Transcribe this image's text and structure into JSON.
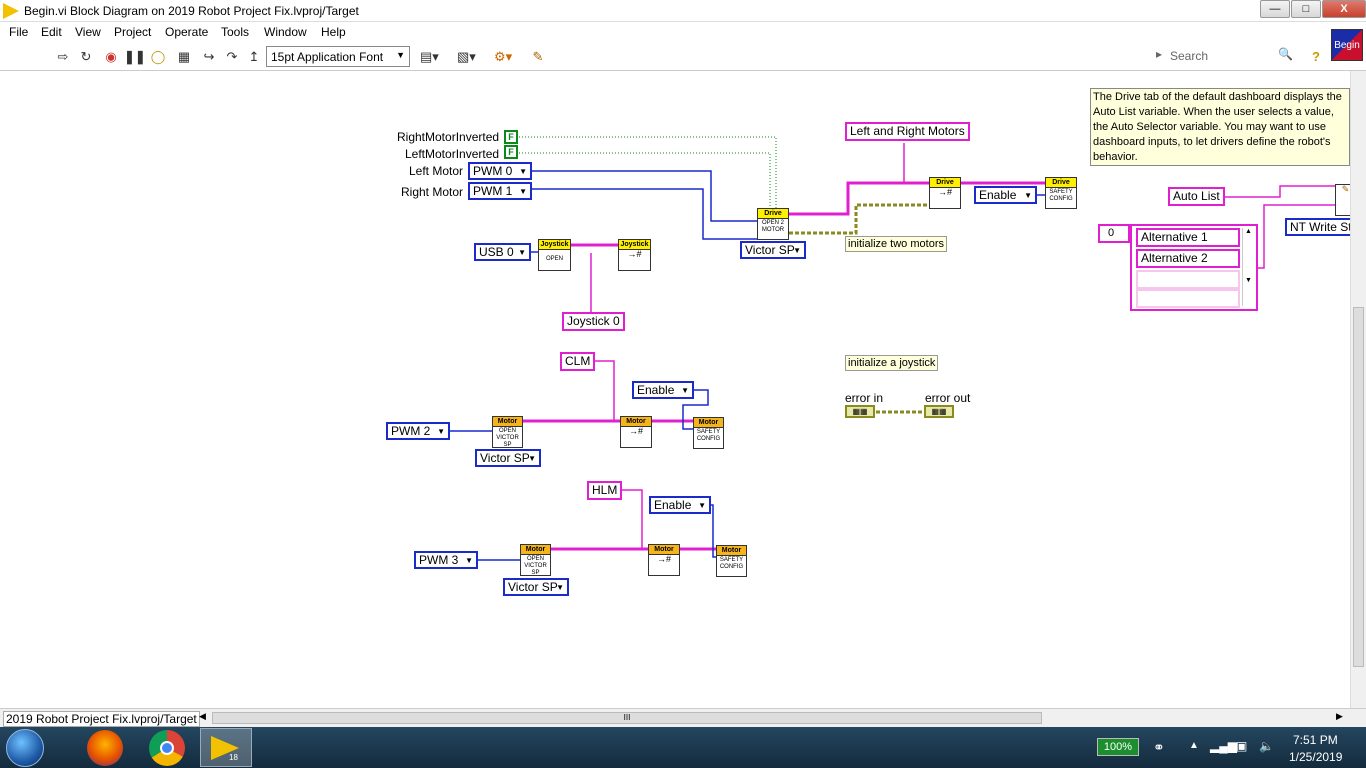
{
  "window": {
    "title": "Begin.vi Block Diagram on 2019 Robot Project Fix.lvproj/Target",
    "buttons": {
      "minimize": "—",
      "maximize": "□",
      "close": "X"
    }
  },
  "menu": [
    "File",
    "Edit",
    "View",
    "Project",
    "Operate",
    "Tools",
    "Window",
    "Help"
  ],
  "toolbar": {
    "font": "15pt Application Font",
    "search_placeholder": "Search",
    "help": "?",
    "begin_icon": "Begin"
  },
  "diagram": {
    "bool_right_label": "RightMotorInverted",
    "bool_left_label": "LeftMotorInverted",
    "bool_value": "F",
    "left_motor_label": "Left Motor",
    "right_motor_label": "Right Motor",
    "pwm0": "PWM 0",
    "pwm1": "PWM 1",
    "pwm2": "PWM 2",
    "pwm3": "PWM 3",
    "usb0": "USB 0",
    "victor_sp": "Victor SP",
    "enable": "Enable",
    "left_right_motors": "Left and Right Motors",
    "joystick0": "Joystick 0",
    "clm": "CLM",
    "hlm": "HLM",
    "auto_list": "Auto List",
    "nt_write": "NT Write St",
    "note_two_motors": "initialize two motors",
    "note_joystick": "initialize a joystick",
    "error_in": "error in",
    "error_out": "error out",
    "index_value": "0",
    "vi_drive": "Drive",
    "vi_joystick": "Joystick",
    "vi_motor": "Motor",
    "vi_open_2motor": "OPEN 2 MOTOR",
    "vi_open": "OPEN",
    "vi_open_victor": "OPEN VICTOR SP",
    "vi_safety": "SAFETY CONFIG",
    "vi_set": "→#",
    "comment": "The Drive tab of the default dashboard displays the Auto List variable. When the user selects a value, the Auto Selector variable. You may want to use dashboard inputs, to let drivers define the robot's behavior.",
    "listbox_items": [
      "Alternative 1",
      "Alternative 2",
      "",
      ""
    ]
  },
  "status": {
    "path": "2019 Robot Project Fix.lvproj/Target",
    "scroll_grip": "III"
  },
  "taskbar": {
    "battery": "100%",
    "time": "7:51 PM",
    "date": "1/25/2019",
    "labview_badge": "18"
  },
  "colors": {
    "blue_wire": "#1a2acb",
    "pink_wire": "#e020d0",
    "green_wire": "#0a8a1a",
    "error_wire": "#8a8a20"
  }
}
